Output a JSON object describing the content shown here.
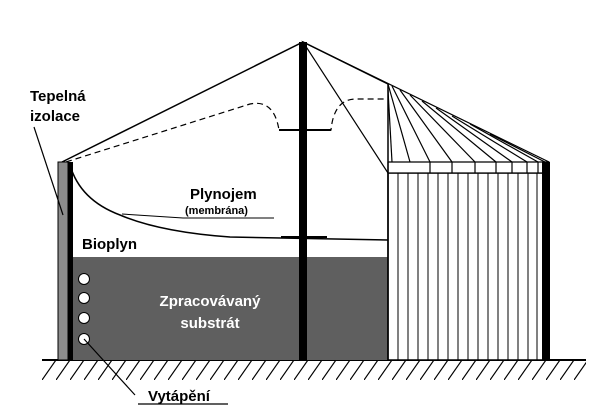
{
  "labels": {
    "insulation_line1": "Tepelná",
    "insulation_line2": "izolace",
    "gas_holder": "Plynojem",
    "membrane": "(membrána)",
    "biogas": "Bioplyn",
    "substrate_line1": "Zpracovávaný",
    "substrate_line2": "substrát",
    "heating": "Vytápění"
  },
  "colors": {
    "stroke": "#000000",
    "insulation": "#8c8c8c",
    "substrate": "#5f5f5f",
    "substrate_text": "#ffffff",
    "background": "#ffffff"
  }
}
